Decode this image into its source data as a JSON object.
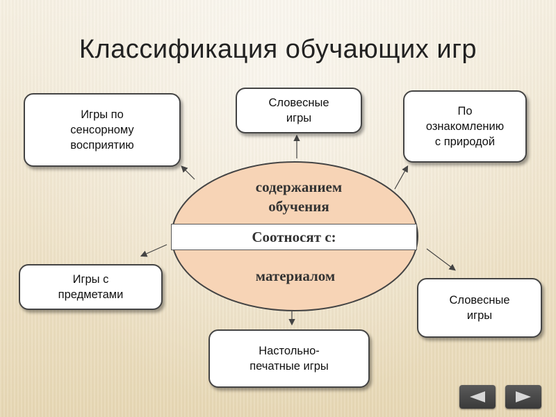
{
  "slide": {
    "title": "Классификация обучающих игр"
  },
  "center": {
    "top_text": "содержанием\nобучения",
    "band_text": "Соотносят с:",
    "bottom_text": "материалом",
    "ellipse_fill": "#f7d4b6"
  },
  "boxes": {
    "sensory": "Игры по\nсенсорному\nвосприятию",
    "verbal_top": "Словесные\nигры",
    "nature": "По\nознакомлению\nс природой",
    "objects": "Игры с\nпредметами",
    "verbal_right": "Словесные\nигры",
    "board": "Настольно-\nпечатные игры"
  },
  "navigation": {
    "prev_icon": "triangle-left-icon",
    "next_icon": "triangle-right-icon"
  }
}
